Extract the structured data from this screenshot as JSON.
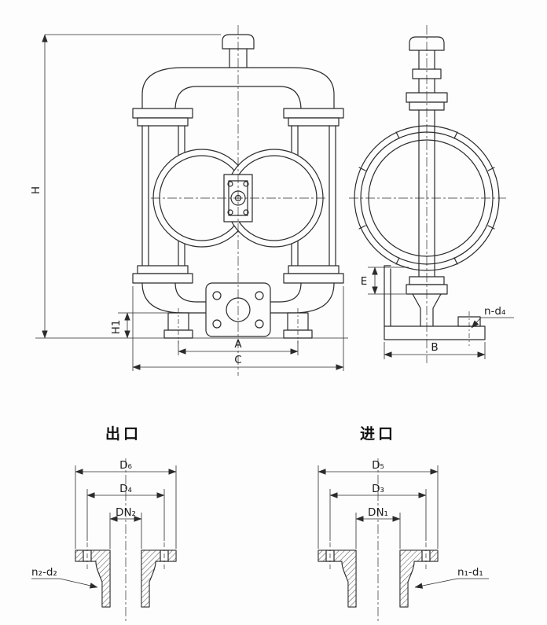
{
  "front_view": {
    "dim_H": "H",
    "dim_H1": "H1",
    "dim_A": "A",
    "dim_C": "C"
  },
  "side_view": {
    "dim_E": "E",
    "dim_B": "B",
    "dim_n_d4": "n-d₄"
  },
  "outlet_detail": {
    "heading": "出口",
    "dim_D6": "D₆",
    "dim_D4": "D₄",
    "dim_DN2": "DN₂",
    "dim_n2_d2": "n₂-d₂"
  },
  "inlet_detail": {
    "heading": "进口",
    "dim_D5": "D₅",
    "dim_D3": "D₃",
    "dim_DN1": "DN₁",
    "dim_n1_d1": "n₁-d₁"
  }
}
